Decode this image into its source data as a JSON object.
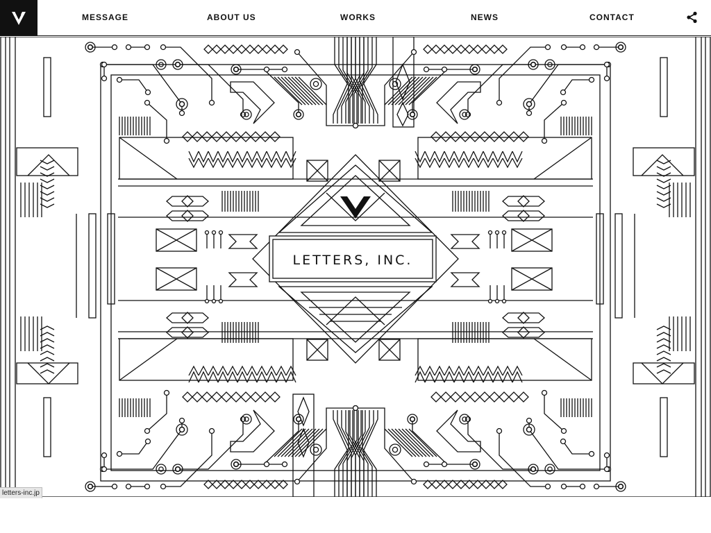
{
  "header": {
    "logo_icon": "v-monogram-icon",
    "nav": [
      {
        "label": "MESSAGE"
      },
      {
        "label": "ABOUT US"
      },
      {
        "label": "WORKS"
      },
      {
        "label": "NEWS"
      },
      {
        "label": "CONTACT"
      }
    ],
    "share_icon": "share-icon"
  },
  "hero": {
    "brand_name": "LETTERS, INC.",
    "emblem_icon": "v-monogram-icon"
  },
  "statusbar": {
    "url": "letters-inc.jp"
  },
  "colors": {
    "ink": "#111111",
    "paper": "#ffffff"
  }
}
